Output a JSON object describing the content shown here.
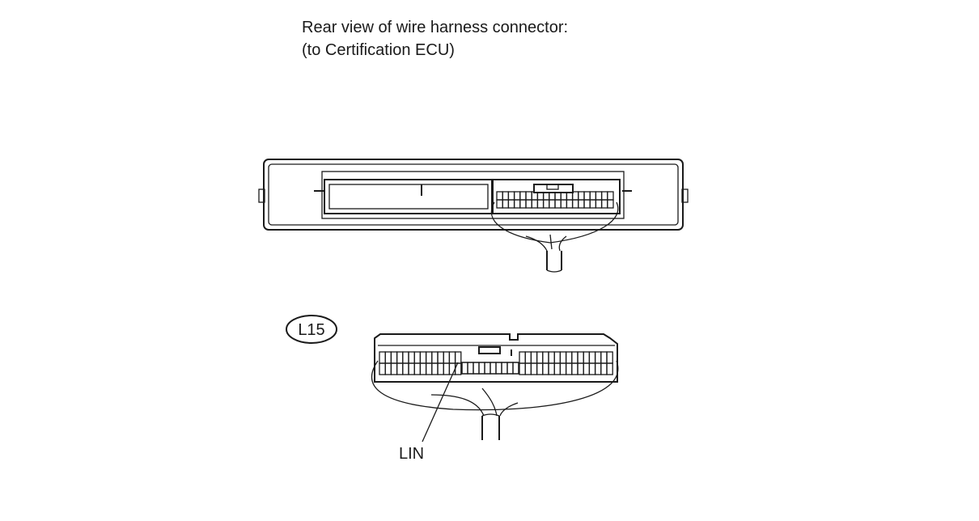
{
  "caption": {
    "line1": "Rear view of wire harness connector:",
    "line2": "(to Certification ECU)"
  },
  "connector_code": "L15",
  "pin_label": "LIN"
}
